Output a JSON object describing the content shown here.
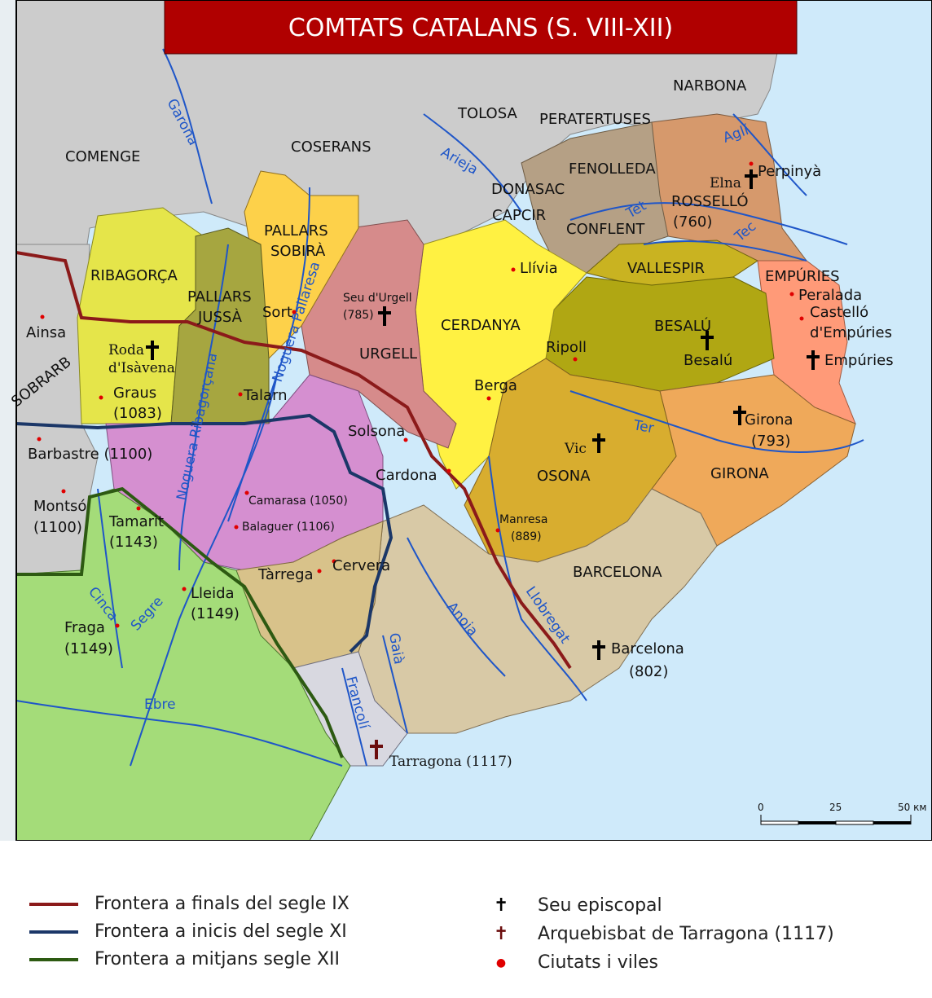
{
  "title": "COMTATS CATALANS (S. VIII-XII)",
  "colors": {
    "sea": "#cfeafa",
    "land_grey": "#cccccc",
    "ribagorca": "#e5e54a",
    "pallars_jussa": "#a6a640",
    "pallars_sobira": "#fdd14a",
    "urgell": "#d68b8b",
    "urgell_south": "#d58fd0",
    "cerdanya": "#fff142",
    "besalu": "#b0a713",
    "osona": "#d8ad2f",
    "girona": "#efa95a",
    "empories": "#ff9a78",
    "rossello": "#d6996c",
    "fenolleda": "#b5a085",
    "barcelona": "#d8c9a6",
    "tarragona_area": "#d8d8e0",
    "lleida_area": "#a4dc79",
    "title_bg": "#b00000",
    "frontier_ix": "#8b1a1a",
    "frontier_xi": "#1b3768",
    "frontier_xii": "#2d5a12",
    "river": "#1f56c8",
    "city_dot": "#e00000",
    "see_icon": "#000000",
    "archbishop_icon": "#6b0d0d"
  },
  "regions": {
    "narbona": "NARBONA",
    "tolosa": "TOLOSA",
    "peratertuses": "PERATERTUSES",
    "coserans": "COSERANS",
    "comenge": "COMENGE",
    "fenolleda": "FENOLLEDA",
    "donasac": "DONASAC",
    "capcir": "CAPCIR",
    "conflent": "CONFLENT",
    "rossello": "ROSSELLÓ",
    "rossello_year": "(760)",
    "pallars_sobira_1": "PALLARS",
    "pallars_sobira_2": "SOBIRÀ",
    "ribagorca": "RIBAGORÇA",
    "pallars_jussa_1": "PALLARS",
    "pallars_jussa_2": "JUSSÀ",
    "vallespir": "VALLESPIR",
    "empories": "EMPÚRIES",
    "cerdanya": "CERDANYA",
    "urgell": "URGELL",
    "besalu": "BESALÚ",
    "sobrarb": "SOBRARB",
    "osona": "OSONA",
    "girona": "GIRONA",
    "barcelona": "BARCELONA"
  },
  "cities": {
    "perpinya": "Perpinyà",
    "elna": "Elna",
    "llivia": "Llívia",
    "peralada": "Peralada",
    "castello_1": "Castelló",
    "castello_2": "d'Empúries",
    "empories_city": "Empúries",
    "seu_urgell_1": "Seu d'Urgell",
    "seu_urgell_2": "(785)",
    "sort": "Sort",
    "ainsa": "Ainsa",
    "roda_1": "Roda",
    "roda_2": "d'Isàvena",
    "graus_1": "Graus",
    "graus_2": "(1083)",
    "talarn": "Talarn",
    "ripoll": "Ripoll",
    "besalu_city": "Besalú",
    "berga": "Berga",
    "solsona": "Solsona",
    "girona_city": "Girona",
    "girona_year": "(793)",
    "vic": "Vic",
    "barbastre": "Barbastre (1100)",
    "cardona": "Cardona",
    "montso_1": "Montsó",
    "montso_2": "(1100)",
    "tamarit_1": "Tamarit",
    "tamarit_2": "(1143)",
    "camarasa": "Camarasa (1050)",
    "balaguer": "Balaguer (1106)",
    "manresa_1": "Manresa",
    "manresa_2": "(889)",
    "cervera": "Cervera",
    "tarrega": "Tàrrega",
    "lleida_1": "Lleida",
    "lleida_2": "(1149)",
    "fraga_1": "Fraga",
    "fraga_2": "(1149)",
    "barcelona_city": "Barcelona",
    "barcelona_year": "(802)",
    "tarragona": "Tarragona (1117)"
  },
  "rivers": {
    "garona": "Garona",
    "arieja": "Arieja",
    "agli": "Aglí",
    "tet": "Tet",
    "tec": "Tec",
    "ter": "Ter",
    "noguera_pallaresa": "Noguera Pallaresa",
    "noguera_ribagorcana": "Noguera Ribagorçana",
    "cinca": "Cinca",
    "segre": "Segre",
    "ebre": "Ebre",
    "anoia": "Anoia",
    "llobregat": "Llobregat",
    "gaia": "Gaià",
    "francoli": "Francolí"
  },
  "scale": {
    "zero": "0",
    "mid": "25",
    "end": "50 км"
  },
  "legend": {
    "frontier_ix": "Frontera a finals del segle IX",
    "frontier_xi": "Frontera a inicis del segle XI",
    "frontier_xii": "Frontera a mitjans segle XII",
    "see": "Seu episcopal",
    "archbishop": "Arquebisbat de Tarragona (1117)",
    "cities": "Ciutats i viles"
  },
  "icons": {
    "see": "latin-cross-icon",
    "archbishop": "latin-cross-icon",
    "city": "red-dot-icon"
  }
}
